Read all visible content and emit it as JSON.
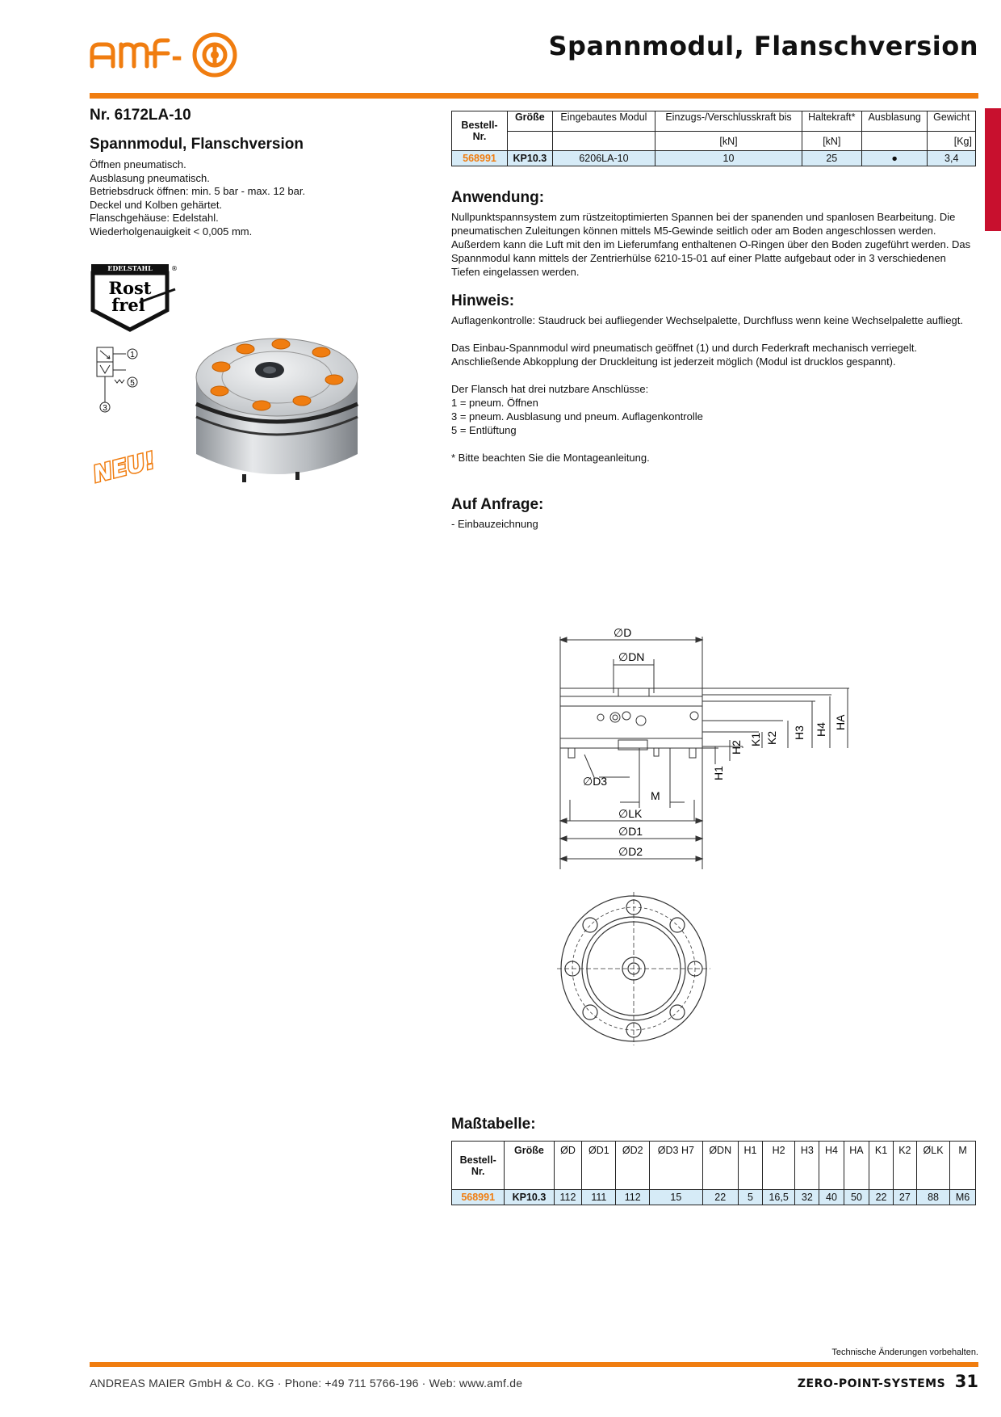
{
  "header": {
    "logo_text": "amf",
    "title": "Spannmodul, Flanschversion"
  },
  "product": {
    "nr": "Nr. 6172LA-10",
    "heading": "Spannmodul, Flanschversion",
    "description": [
      "Öffnen pneumatisch.",
      "Ausblasung pneumatisch.",
      "Betriebsdruck öffnen: min. 5 bar - max. 12 bar.",
      "Deckel und Kolben gehärtet.",
      "Flanschgehäuse: Edelstahl.",
      "Wiederholgenauigkeit < 0,005 mm."
    ],
    "badge_top": "EDELSTAHL",
    "badge_reg": "®",
    "badge_line1": "Rost",
    "badge_line2": "frei",
    "symbol_labels": [
      "1",
      "5",
      "3"
    ],
    "new_badge": "NEU!"
  },
  "spec_table": {
    "headers": [
      "Bestell-\nNr.",
      "Größe",
      "Eingebautes Modul",
      "Einzugs-/Verschlusskraft bis",
      "Haltekraft*",
      "Ausblasung",
      "Gewicht"
    ],
    "units": [
      "",
      "",
      "",
      "[kN]",
      "[kN]",
      "",
      "[Kg]"
    ],
    "row": [
      "568991",
      "KP10.3",
      "6206LA-10",
      "10",
      "25",
      "●",
      "3,4"
    ]
  },
  "sections": {
    "anwendung_title": "Anwendung:",
    "anwendung_text": "Nullpunktspannsystem zum rüstzeitoptimierten Spannen bei der spanenden und spanlosen Bearbeitung. Die pneumatischen Zuleitungen können mittels M5-Gewinde seitlich oder am Boden angeschlossen werden. Außerdem kann die Luft mit den im Lieferumfang enthaltenen O-Ringen über den Boden zugeführt werden. Das Spannmodul kann mittels der Zentrierhülse 6210-15-01 auf einer Platte aufgebaut oder in 3 verschiedenen Tiefen eingelassen werden.",
    "hinweis_title": "Hinweis:",
    "hinweis_lines": [
      "Auflagenkontrolle: Staudruck bei aufliegender Wechselpalette, Durchfluss wenn keine Wechselpalette aufliegt.",
      "",
      "Das Einbau-Spannmodul wird pneumatisch geöffnet (1) und durch Federkraft mechanisch verriegelt. Anschließende Abkopplung der Druckleitung ist jederzeit möglich (Modul ist drucklos gespannt).",
      "",
      "Der Flansch hat drei nutzbare Anschlüsse:",
      "1 = pneum. Öffnen",
      "3 = pneum. Ausblasung und pneum. Auflagenkontrolle",
      "5 = Entlüftung",
      "",
      "* Bitte beachten Sie die Montageanleitung."
    ],
    "anfrage_title": "Auf Anfrage:",
    "anfrage_text": "- Einbauzeichnung"
  },
  "drawing": {
    "labels": {
      "D": "∅D",
      "DN": "∅DN",
      "D3": "∅D3",
      "M": "M",
      "LK": "∅LK",
      "D1": "∅D1",
      "D2": "∅D2",
      "H1": "H1",
      "H2": "H2",
      "K1": "K1",
      "K2": "K2",
      "H3": "H3",
      "H4": "H4",
      "HA": "HA"
    }
  },
  "mass_table": {
    "title": "Maßtabelle:",
    "headers": [
      "Bestell-\nNr.",
      "Größe",
      "ØD",
      "ØD1",
      "ØD2",
      "ØD3 H7",
      "ØDN",
      "H1",
      "H2",
      "H3",
      "H4",
      "HA",
      "K1",
      "K2",
      "ØLK",
      "M"
    ],
    "row": [
      "568991",
      "KP10.3",
      "112",
      "111",
      "112",
      "15",
      "22",
      "5",
      "16,5",
      "32",
      "40",
      "50",
      "22",
      "27",
      "88",
      "M6"
    ]
  },
  "footer": {
    "note": "Technische Änderungen vorbehalten.",
    "company": "ANDREAS MAIER GmbH & Co. KG · Phone: +49 711 5766-196 · Web: www.amf.de",
    "brand": "ZERO-POINT-SYSTEMS",
    "page": "31"
  },
  "colors": {
    "accent": "#f07d10",
    "tab": "#c8102e",
    "row_fill": "#d6ebf7"
  }
}
